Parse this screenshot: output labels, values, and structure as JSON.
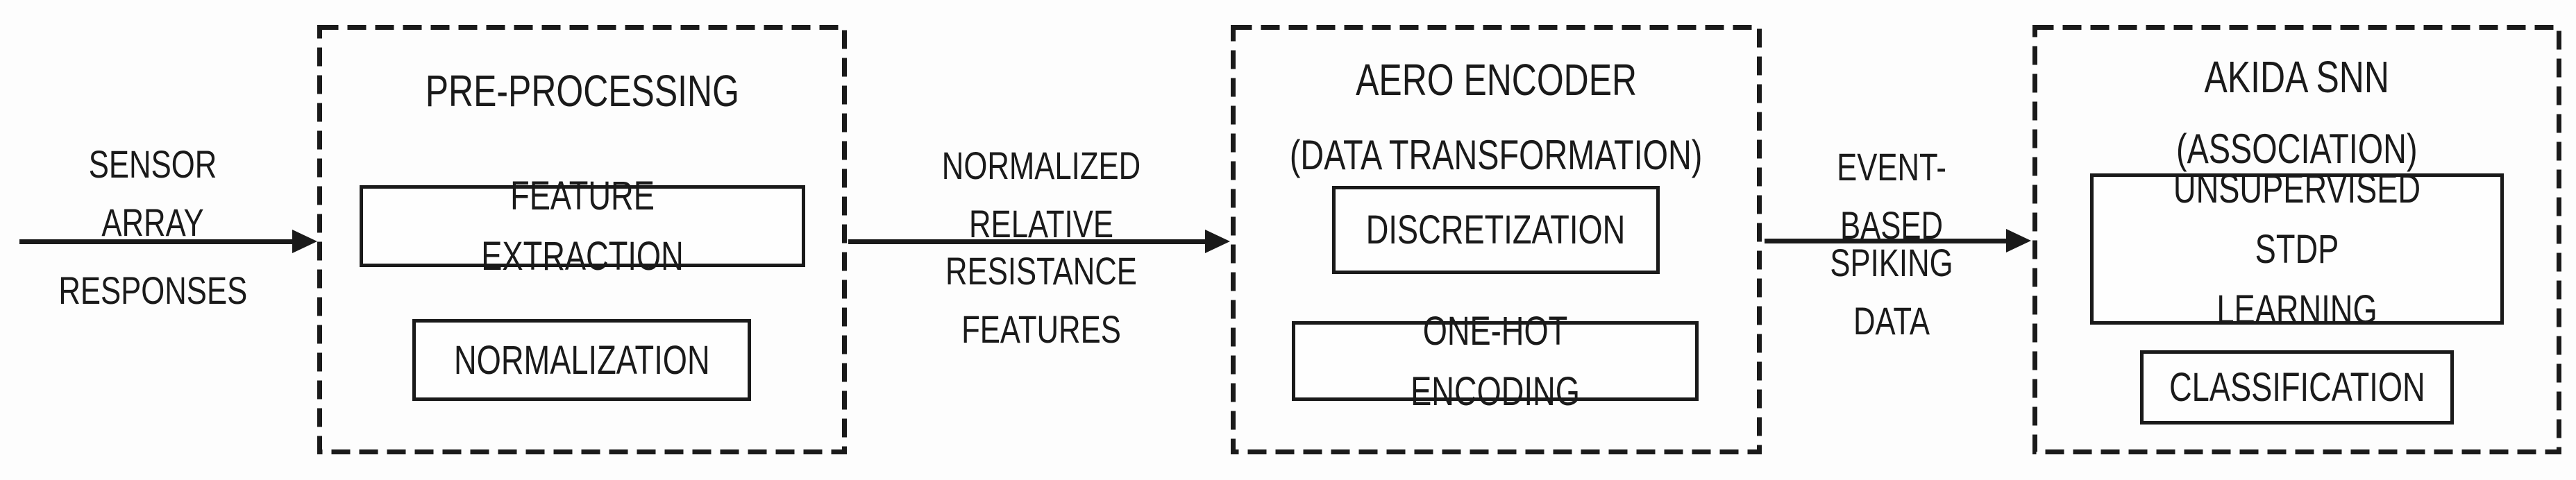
{
  "diagram": {
    "background": "#fdfdfd",
    "ink_color": "#1a1a1a",
    "flows": [
      {
        "top_label": "SENSOR ARRAY",
        "bottom_label": "RESPONSES"
      },
      {
        "top_label": "NORMALIZED RELATIVE",
        "bottom_label": "RESISTANCE FEATURES"
      },
      {
        "top_label": "EVENT-BASED",
        "bottom_label": "SPIKING DATA"
      }
    ],
    "stages": [
      {
        "title": "PRE-PROCESSING",
        "subtitle": "",
        "steps": [
          "FEATURE EXTRACTION",
          "NORMALIZATION"
        ]
      },
      {
        "title": "AERO ENCODER",
        "subtitle": "(DATA TRANSFORMATION)",
        "steps": [
          "DISCRETIZATION",
          "ONE-HOT ENCODING"
        ]
      },
      {
        "title": "AKIDA SNN",
        "subtitle": "(ASSOCIATION)",
        "steps": [
          "UNSUPERVISED STDP\nLEARNING",
          "CLASSIFICATION"
        ]
      }
    ]
  }
}
